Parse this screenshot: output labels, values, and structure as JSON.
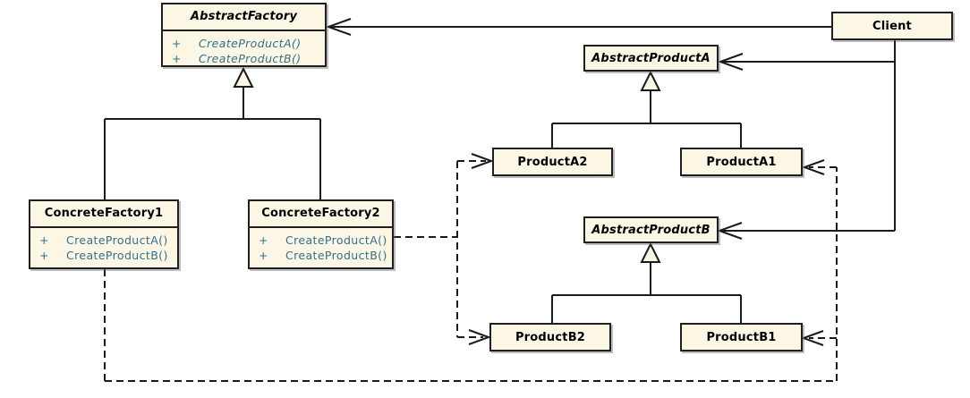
{
  "colors": {
    "background": "#ffffff",
    "box_fill": "#fcf7e5",
    "box_border": "#1f1f1f",
    "line": "#1a1a1a",
    "method_text": "#32708e",
    "title_text": "#000000"
  },
  "classes": {
    "abstract_factory": {
      "name": "AbstractFactory",
      "abstract": true,
      "methods": [
        {
          "visibility": "+",
          "signature": "CreateProductA()"
        },
        {
          "visibility": "+",
          "signature": "CreateProductB()"
        }
      ]
    },
    "concrete_factory1": {
      "name": "ConcreteFactory1",
      "abstract": false,
      "methods": [
        {
          "visibility": "+",
          "signature": "CreateProductA()"
        },
        {
          "visibility": "+",
          "signature": "CreateProductB()"
        }
      ]
    },
    "concrete_factory2": {
      "name": "ConcreteFactory2",
      "abstract": false,
      "methods": [
        {
          "visibility": "+",
          "signature": "CreateProductA()"
        },
        {
          "visibility": "+",
          "signature": "CreateProductB()"
        }
      ]
    },
    "client": {
      "name": "Client",
      "abstract": false,
      "methods": []
    },
    "abstract_product_a": {
      "name": "AbstractProductA",
      "abstract": true,
      "methods": []
    },
    "product_a2": {
      "name": "ProductA2",
      "abstract": false,
      "methods": []
    },
    "product_a1": {
      "name": "ProductA1",
      "abstract": false,
      "methods": []
    },
    "abstract_product_b": {
      "name": "AbstractProductB",
      "abstract": true,
      "methods": []
    },
    "product_b2": {
      "name": "ProductB2",
      "abstract": false,
      "methods": []
    },
    "product_b1": {
      "name": "ProductB1",
      "abstract": false,
      "methods": []
    }
  },
  "relationships": [
    {
      "type": "association",
      "from": "Client",
      "to": "AbstractFactory",
      "arrowhead": "open"
    },
    {
      "type": "association",
      "from": "Client",
      "to": "AbstractProductA",
      "arrowhead": "open"
    },
    {
      "type": "association",
      "from": "Client",
      "to": "AbstractProductB",
      "arrowhead": "open"
    },
    {
      "type": "generalization",
      "from": "ConcreteFactory1",
      "to": "AbstractFactory"
    },
    {
      "type": "generalization",
      "from": "ConcreteFactory2",
      "to": "AbstractFactory"
    },
    {
      "type": "generalization",
      "from": "ProductA2",
      "to": "AbstractProductA"
    },
    {
      "type": "generalization",
      "from": "ProductA1",
      "to": "AbstractProductA"
    },
    {
      "type": "generalization",
      "from": "ProductB2",
      "to": "AbstractProductB"
    },
    {
      "type": "generalization",
      "from": "ProductB1",
      "to": "AbstractProductB"
    },
    {
      "type": "dependency",
      "from": "ConcreteFactory2",
      "to": "ProductA2",
      "style": "dashed"
    },
    {
      "type": "dependency",
      "from": "ConcreteFactory2",
      "to": "ProductB2",
      "style": "dashed"
    },
    {
      "type": "dependency",
      "from": "ConcreteFactory1",
      "to": "ProductA1",
      "style": "dashed"
    },
    {
      "type": "dependency",
      "from": "ConcreteFactory1",
      "to": "ProductB1",
      "style": "dashed"
    }
  ]
}
